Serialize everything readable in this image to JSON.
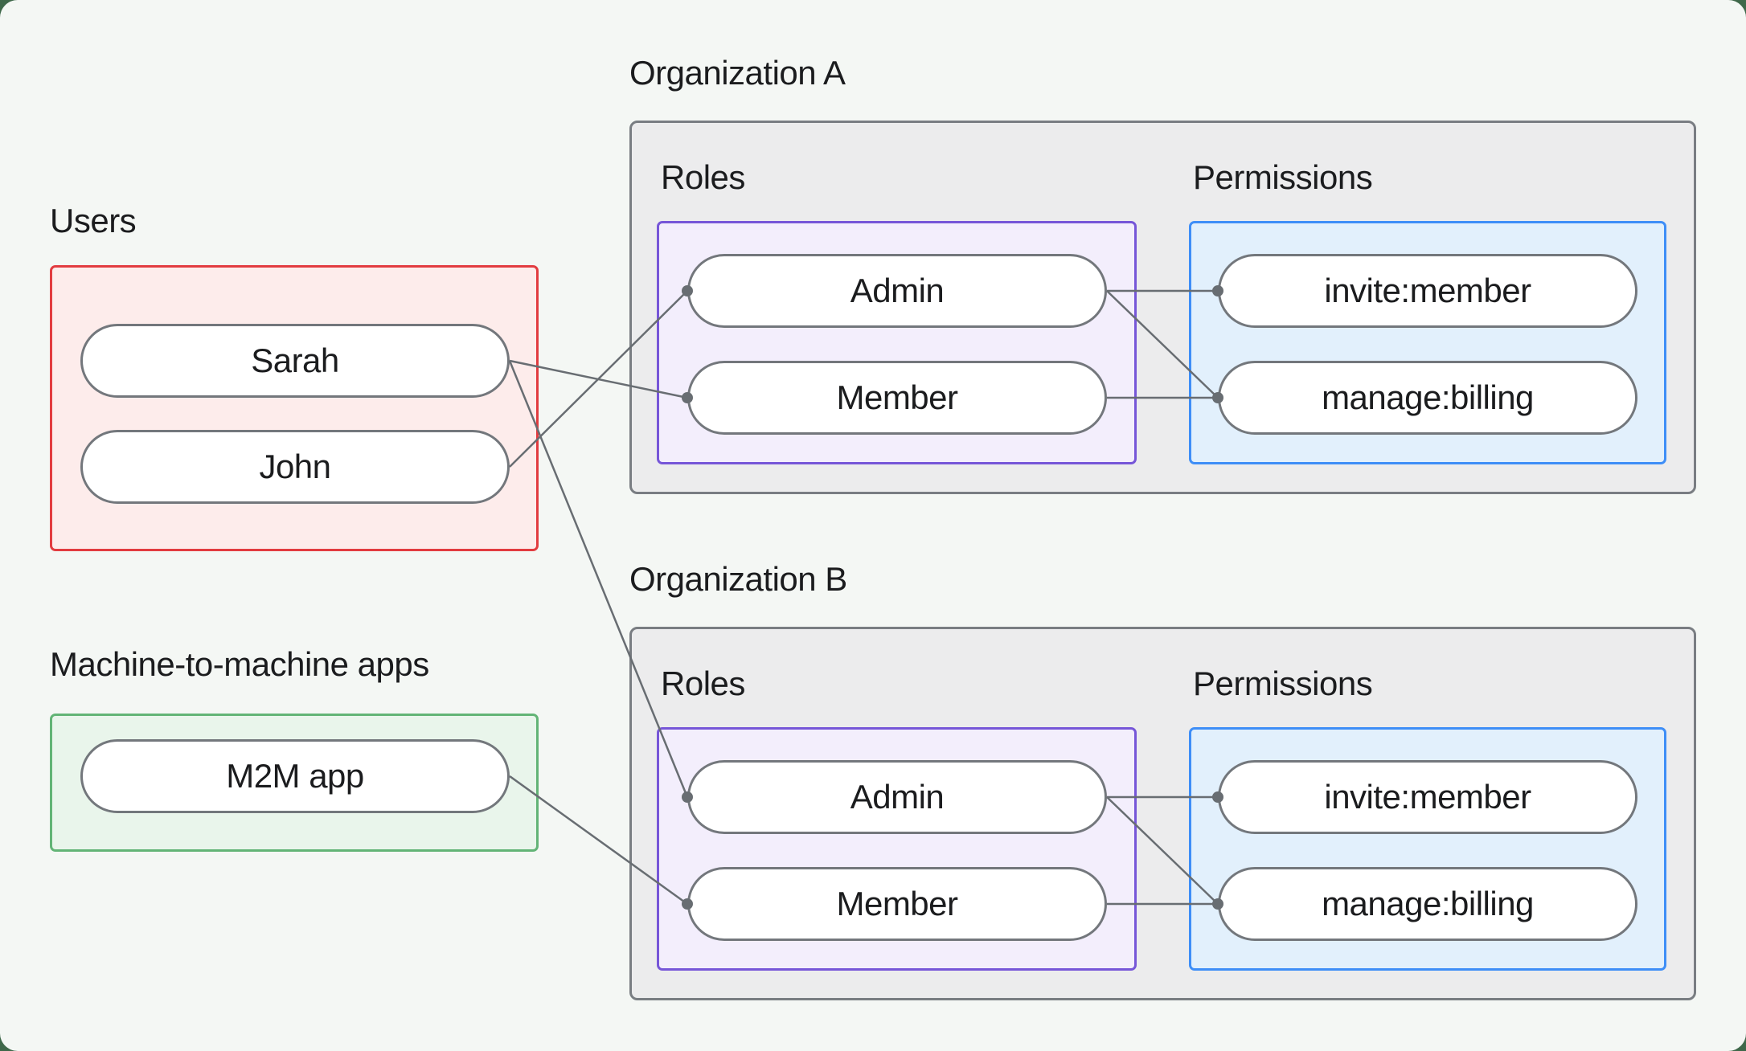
{
  "groups": {
    "users": {
      "label": "Users",
      "items": [
        {
          "label": "Sarah"
        },
        {
          "label": "John"
        }
      ]
    },
    "m2m": {
      "label": "Machine-to-machine apps",
      "items": [
        {
          "label": "M2M app"
        }
      ]
    },
    "org_a": {
      "label": "Organization A",
      "roles_label": "Roles",
      "permissions_label": "Permissions",
      "roles": [
        {
          "label": "Admin"
        },
        {
          "label": "Member"
        }
      ],
      "permissions": [
        {
          "label": "invite:member"
        },
        {
          "label": "manage:billing"
        }
      ]
    },
    "org_b": {
      "label": "Organization B",
      "roles_label": "Roles",
      "permissions_label": "Permissions",
      "roles": [
        {
          "label": "Admin"
        },
        {
          "label": "Member"
        }
      ],
      "permissions": [
        {
          "label": "invite:member"
        },
        {
          "label": "manage:billing"
        }
      ]
    }
  },
  "edges": [
    {
      "from": "Sarah",
      "to": "Organization A / Member"
    },
    {
      "from": "John",
      "to": "Organization A / Admin"
    },
    {
      "from": "Sarah",
      "to": "Organization B / Admin"
    },
    {
      "from": "M2M app",
      "to": "Organization B / Member"
    },
    {
      "from": "Org A Admin",
      "to": "Org A invite:member"
    },
    {
      "from": "Org A Admin",
      "to": "Org A manage:billing"
    },
    {
      "from": "Org A Member",
      "to": "Org A manage:billing"
    },
    {
      "from": "Org B Admin",
      "to": "Org B invite:member"
    },
    {
      "from": "Org B Admin",
      "to": "Org B manage:billing"
    },
    {
      "from": "Org B Member",
      "to": "Org B manage:billing"
    }
  ],
  "colors": {
    "page_background": "#f4f7f4",
    "outer_background": "#3f684a",
    "users_border": "#e23c40",
    "users_fill": "#fdeceb",
    "m2m_border": "#62b476",
    "m2m_fill": "#e9f5eb",
    "org_border": "#797d82",
    "org_fill": "#ececed",
    "roles_border": "#7656d8",
    "roles_fill": "#f3eefc",
    "permissions_border": "#3e8ef7",
    "permissions_fill": "#e2f0fc",
    "node_border": "#73777c",
    "wire": "#686d72",
    "text": "#1b1c1e"
  }
}
